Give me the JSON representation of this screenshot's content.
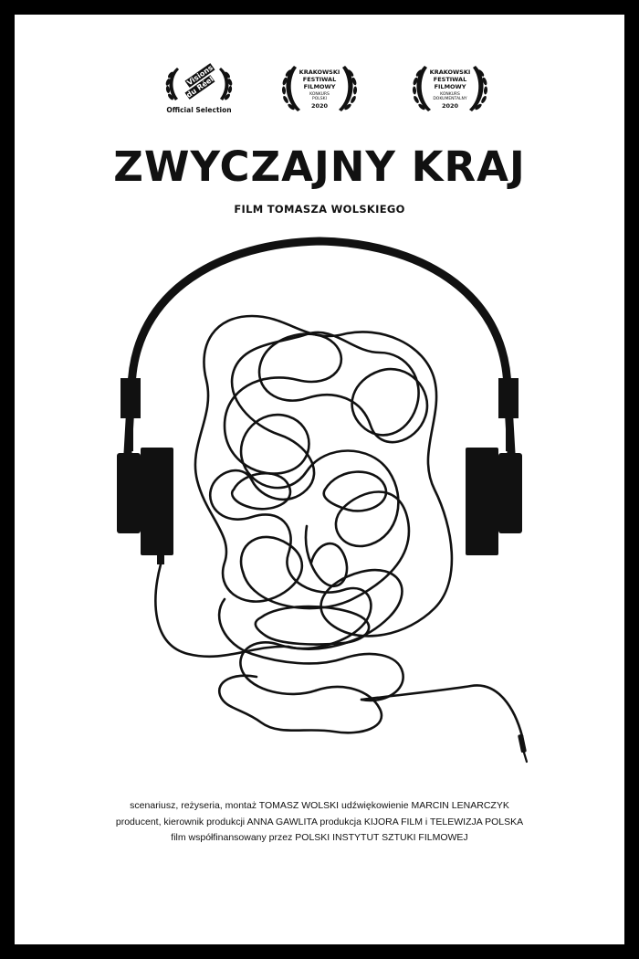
{
  "poster": {
    "title": "ZWYCZAJNY KRAJ",
    "subtitle": "FILM TOMASZA WOLSKIEGO"
  },
  "laurels": [
    {
      "lines": [
        "Visions",
        "du Réel"
      ],
      "caption": "Official Selection"
    },
    {
      "lines": [
        "KRAKOWSKI",
        "FESTIWAL",
        "FILMOWY",
        "KONKURS",
        "POLSKI",
        "2020"
      ]
    },
    {
      "lines": [
        "KRAKOWSKI",
        "FESTIWAL",
        "FILMOWY",
        "KONKURS",
        "DOKUMENTALNY",
        "2020"
      ]
    }
  ],
  "credits": {
    "line1": "scenariusz, reżyseria, montaż  TOMASZ WOLSKI udźwiękowienie MARCIN LENARCZYK",
    "line2": "producent, kierownik produkcji ANNA GAWLITA produkcja KIJORA FILM i TELEWIZJA POLSKA",
    "line3": "film współfinansowany przez POLSKI INSTYTUT SZTUKI FILMOWEJ"
  },
  "icons": {
    "headphones": "headphones-icon",
    "face": "scribble-face-icon",
    "laurel": "laurel-wreath-icon"
  },
  "colors": {
    "ink": "#111111",
    "paper": "#ffffff",
    "border": "#000000"
  }
}
